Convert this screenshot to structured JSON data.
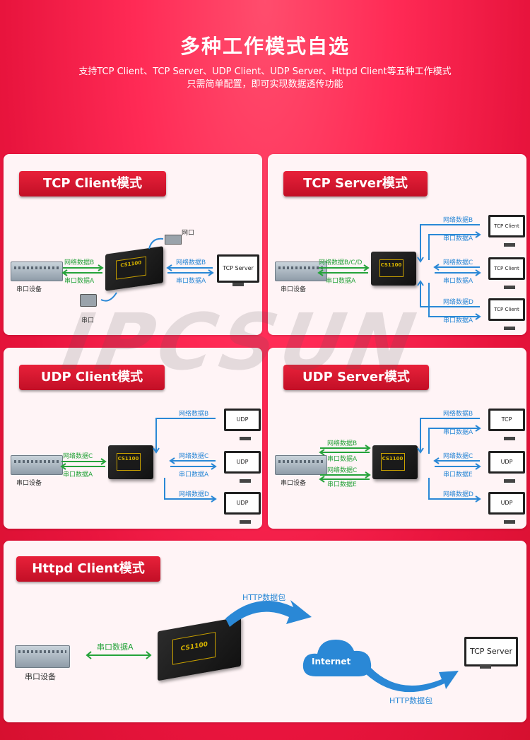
{
  "hero": {
    "title": "多种工作模式自选",
    "line1": "支持TCP Client、TCP Server、UDP Client、UDP Server、Httpd Client等五种工作模式",
    "line2": "只需简单配置，即可实现数据透传功能"
  },
  "watermark": "IPCSUN",
  "device_label": "CS1100",
  "colors": {
    "accent": "#e8213a",
    "green": "#25a33a",
    "blue": "#2a88d6"
  },
  "tcp_client": {
    "title": "TCP Client模式",
    "serial_device": "串口设备",
    "net_b": "网络数据B",
    "serial_a": "串口数据A",
    "net_b2": "网络数据B",
    "serial_a2": "串口数据A",
    "port_net": "网口",
    "port_serial": "串口",
    "server": "TCP Server"
  },
  "tcp_server": {
    "title": "TCP Server模式",
    "serial_device": "串口设备",
    "net_bcd": "网络数据B/C/D",
    "serial_a": "串口数据A",
    "clients": [
      {
        "net": "网络数据B",
        "serial": "串口数据A",
        "name": "TCP Client"
      },
      {
        "net": "网络数据C",
        "serial": "串口数据A",
        "name": "TCP Client"
      },
      {
        "net": "网络数据D",
        "serial": "串口数据A",
        "name": "TCP Client"
      }
    ]
  },
  "udp_client": {
    "title": "UDP Client模式",
    "serial_device": "串口设备",
    "net_c": "网络数据C",
    "serial_a": "串口数据A",
    "targets": [
      {
        "net": "网络数据B",
        "serial": "",
        "name": "UDP"
      },
      {
        "net": "网络数据C",
        "serial": "串口数据A",
        "name": "UDP"
      },
      {
        "net": "网络数据D",
        "serial": "",
        "name": "UDP"
      }
    ]
  },
  "udp_server": {
    "title": "UDP Server模式",
    "serial_device": "串口设备",
    "left": [
      "网络数据B",
      "串口数据A",
      "网络数据C",
      "串口数据E"
    ],
    "targets": [
      {
        "net": "网络数据B",
        "serial": "串口数据A",
        "name": "TCP"
      },
      {
        "net": "网络数据C",
        "serial": "串口数据E",
        "name": "UDP"
      },
      {
        "net": "网络数据D",
        "serial": "",
        "name": "UDP"
      }
    ]
  },
  "httpd_client": {
    "title": "Httpd Client模式",
    "serial_device": "串口设备",
    "serial_a": "串口数据A",
    "http_top": "HTTP数据包",
    "http_bottom": "HTTP数据包",
    "internet": "Internet",
    "server": "TCP Server"
  }
}
